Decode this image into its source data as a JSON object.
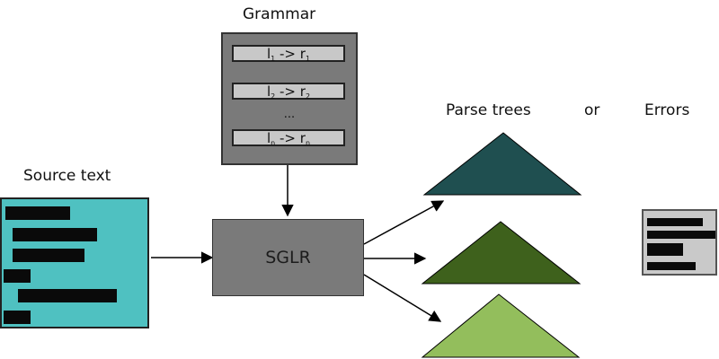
{
  "grammar": {
    "title": "Grammar",
    "rules": [
      {
        "lhs": "l",
        "lhs_sub": "1",
        "arrow": " -> ",
        "rhs": "r",
        "rhs_sub": "1"
      },
      {
        "lhs": "l",
        "lhs_sub": "2",
        "arrow": " -> ",
        "rhs": "r",
        "rhs_sub": "2"
      },
      {
        "lhs": "l",
        "lhs_sub": "n",
        "arrow": " -> ",
        "rhs": "r",
        "rhs_sub": "n"
      }
    ],
    "ellipsis": "...",
    "box_color": "#7a7a7a"
  },
  "source": {
    "title": "Source text",
    "box_color": "#4fc1c1"
  },
  "parser": {
    "label": "SGLR",
    "box_color": "#7a7a7a"
  },
  "outputs": {
    "parse_trees_label": "Parse trees",
    "or_label": "or",
    "errors_label": "Errors",
    "tree_colors": [
      "#1f4f50",
      "#3e611c",
      "#93be5c"
    ],
    "errors_box_color": "#c9c9c9"
  }
}
